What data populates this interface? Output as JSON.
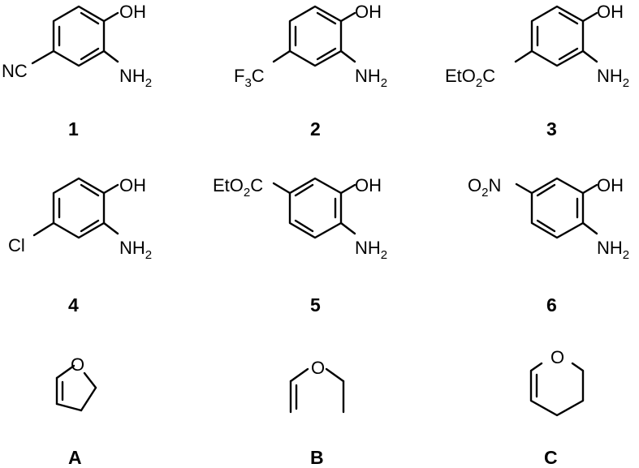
{
  "compounds": [
    {
      "id": "1",
      "label": "1",
      "sub_left": "NC",
      "sub_top": "OH",
      "sub_bottom": "NH2"
    },
    {
      "id": "2",
      "label": "2",
      "sub_left": "F3C",
      "sub_top": "OH",
      "sub_bottom": "NH2"
    },
    {
      "id": "3",
      "label": "3",
      "sub_left": "EtO2C",
      "sub_top": "OH",
      "sub_bottom": "NH2"
    },
    {
      "id": "4",
      "label": "4",
      "sub_left": "Cl",
      "sub_top": "OH",
      "sub_bottom": "NH2"
    },
    {
      "id": "5",
      "label": "5",
      "sub_top_left": "EtO2C",
      "sub_top": "OH",
      "sub_bottom": "NH2"
    },
    {
      "id": "6",
      "label": "6",
      "sub_top_left": "O2N",
      "sub_top": "OH",
      "sub_bottom": "NH2"
    }
  ],
  "reagents": [
    {
      "id": "A",
      "label": "A",
      "atom": "O"
    },
    {
      "id": "B",
      "label": "B",
      "atom": "O"
    },
    {
      "id": "C",
      "label": "C",
      "atom": "O"
    }
  ]
}
